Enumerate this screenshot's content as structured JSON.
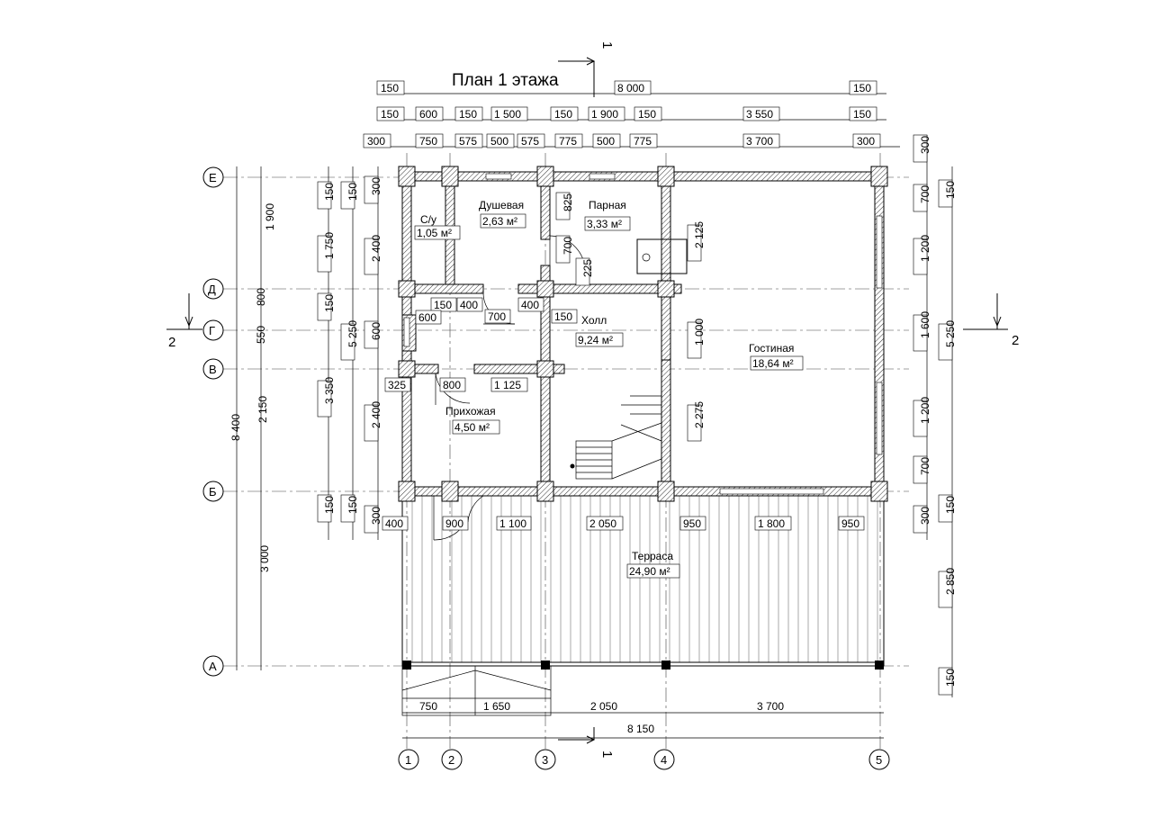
{
  "title": "План 1 этажа",
  "section_marks": {
    "s1": "1",
    "s2": "2"
  },
  "axes": {
    "rows": [
      "Е",
      "Д",
      "Г",
      "В",
      "Б",
      "А"
    ],
    "cols": [
      "1",
      "2",
      "3",
      "4",
      "5"
    ]
  },
  "rooms": {
    "su": {
      "name": "С/у",
      "area": "1,05 м²"
    },
    "shower": {
      "name": "Душевая",
      "area": "2,63 м²"
    },
    "steam": {
      "name": "Парная",
      "area": "3,33 м²"
    },
    "hall": {
      "name": "Холл",
      "area": "9,24 м²"
    },
    "living": {
      "name": "Гостиная",
      "area": "18,64 м²"
    },
    "entry": {
      "name": "Прихожая",
      "area": "4,50 м²"
    },
    "terrace": {
      "name": "Терраса",
      "area": "24,90 м²"
    }
  },
  "dims": {
    "top1": [
      "150",
      "8 000",
      "150"
    ],
    "top2": [
      "150",
      "600",
      "150",
      "1 500",
      "150",
      "1 900",
      "150",
      "3 550",
      "150"
    ],
    "top3": [
      "300",
      "750",
      "575",
      "500",
      "575",
      "775",
      "500",
      "775",
      "3 700",
      "300"
    ],
    "bottom1": [
      "750",
      "1 650",
      "2 050",
      "3 700"
    ],
    "bottom2": "8 150",
    "left_outer": "8 400",
    "left2": [
      "1 900",
      "800",
      "550",
      "2 150",
      "3 000"
    ],
    "left3": [
      "150",
      "1 750",
      "150",
      "5 250",
      "3 350",
      "150"
    ],
    "left4": [
      "150",
      "2 400",
      "600",
      "2 400",
      "150"
    ],
    "left5": [
      "300",
      "300"
    ],
    "right1": [
      "300",
      "700",
      "1 200",
      "1 600",
      "1 200",
      "700",
      "300"
    ],
    "right2": [
      "150",
      "5 250",
      "150",
      "2 850",
      "150"
    ],
    "inner": {
      "d825": "825",
      "d700": "700",
      "d225": "225",
      "d2125": "2 125",
      "d1000": "1 000",
      "d2275": "2 275",
      "d150a": "150",
      "d400a": "400",
      "d600": "600",
      "d700b": "700",
      "d400b": "400",
      "d150b": "150",
      "d325": "325",
      "d800": "800",
      "d1125": "1 125",
      "t400": "400",
      "t900": "900",
      "t1100": "1 100",
      "t2050": "2 050",
      "t950a": "950",
      "t1800": "1 800",
      "t950b": "950"
    }
  }
}
